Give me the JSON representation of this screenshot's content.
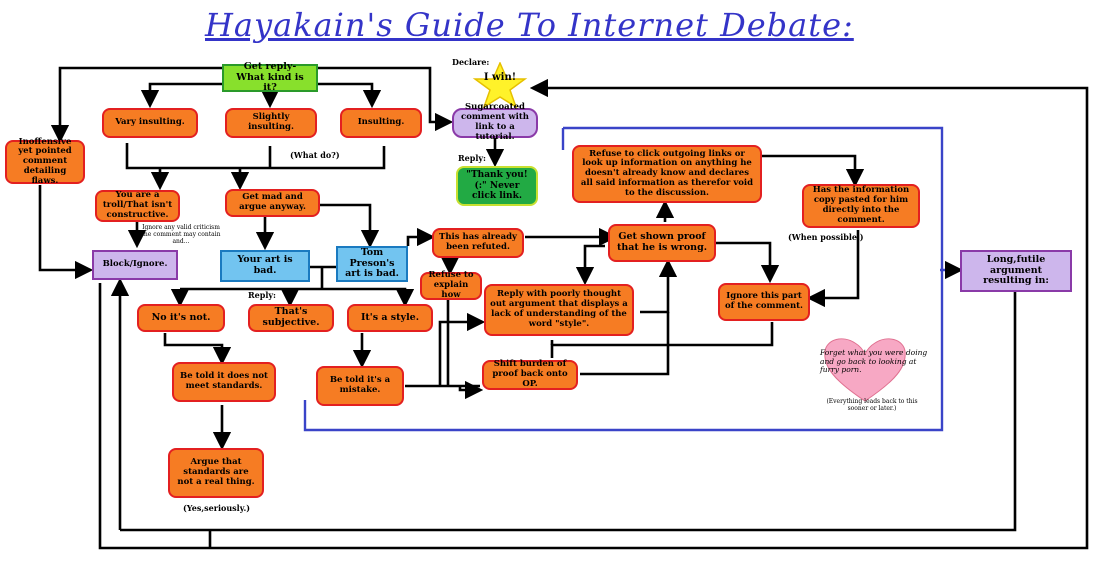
{
  "title": "Hayakain's Guide To Internet Debate:",
  "colors": {
    "title": "#3434c8",
    "orange_fill": "#f67c23",
    "orange_border": "#e32020",
    "lime_fill": "#88e02c",
    "purple_fill": "#cdb6ec",
    "blue_fill": "#72c4f0",
    "green_fill": "#22aa44",
    "group_border": "#3a44c8",
    "star_fill": "#fff22a",
    "heart_fill": "#f7a8c4"
  },
  "nodes": {
    "get_reply": "Get reply- What kind is it?",
    "vary_insulting": "Vary insulting.",
    "slightly_insulting": "Slightly insulting.",
    "insulting": "Insulting.",
    "inoffensive": "Inoffensive yet pointed comment detailing flaws.",
    "sugarcoated": "Sugarcoated comment with link to a tutorial.",
    "thank_you": "\"Thank you! (:\" Never click link.",
    "win": "I win!",
    "you_are_troll": "You are a troll/That isn't constructive.",
    "get_mad": "Get mad and argue anyway.",
    "block_ignore": "Block/Ignore.",
    "your_art_bad": "Your art is bad.",
    "tom_preson": "Tom Preson's art is bad.",
    "already_refuted": "This has already been refuted.",
    "refuse_explain": "Refuse to explain how",
    "refuse_links": "Refuse to click outgoing links or look up information on anything he doesn't already know and declares all said information as therefor void to the discussion.",
    "info_pasted": "Has the information copy pasted for him directly into the comment.",
    "get_shown_proof": "Get shown proof that he is wrong.",
    "reply_poorly": "Reply with poorly thought out argument that displays a lack of understanding of the word \"style\".",
    "ignore_part": "Ignore this part of the comment.",
    "shift_burden": "Shift burden of proof back onto OP.",
    "no_its_not": "No it's not.",
    "thats_subjective": "That's subjective.",
    "its_a_style": "It's a style.",
    "be_told_mistake": "Be told it's a mistake.",
    "be_told_standards": "Be told it does not meet standards.",
    "argue_standards": "Argue that standards are not a real thing.",
    "long_futile": "Long,futile argument resulting in:"
  },
  "labels": {
    "declare": "Declare:",
    "reply_1": "Reply:",
    "what_do": "(What do?)",
    "reply_2": "Reply:",
    "when_possible": "(When possible.)",
    "yes_seriously": "(Yes,seriously.)",
    "ignore_valid": "Ignore any valid criticism the comment may contain and...",
    "heart_text": "Forget what you were doing and go back to looking at furry porn.",
    "everything_leads": "(Everything leads back to this sooner or later.)"
  }
}
